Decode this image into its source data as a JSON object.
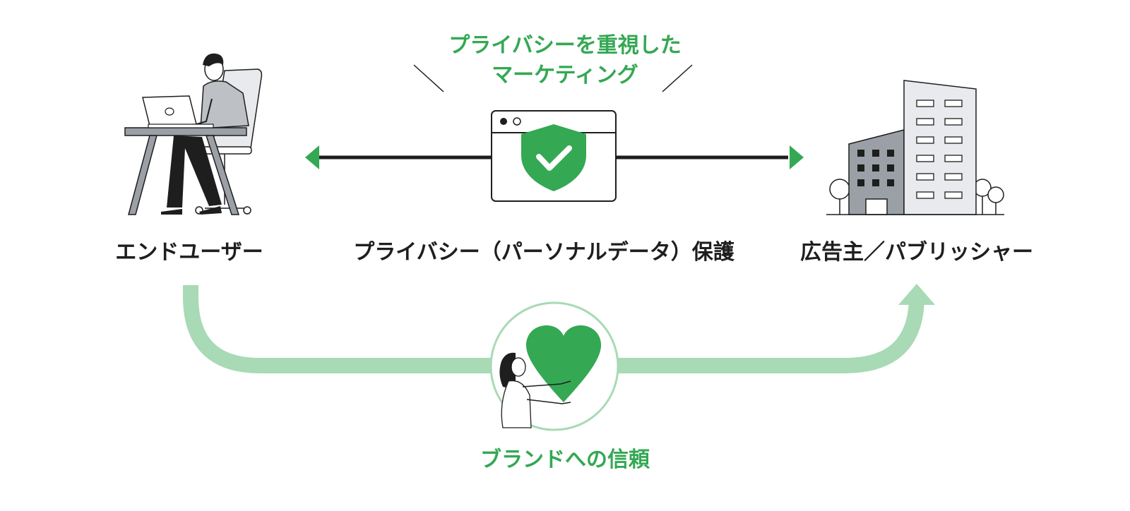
{
  "diagram": {
    "title_line1": "プライバシーを重視した",
    "title_line2": "マーケティング",
    "end_user_label": "エンドユーザー",
    "privacy_label": "プライバシー（パーソナルデータ）保護",
    "advertiser_label": "広告主／パブリッシャー",
    "trust_label": "ブランドへの信頼"
  },
  "colors": {
    "accent_green": "#34a853",
    "light_green": "#a8dab5",
    "dark": "#1e1e1e",
    "gray": "#9aa0a6",
    "light_gray": "#e8eaed"
  },
  "icons": [
    "person-at-laptop-icon",
    "shield-check-browser-icon",
    "office-building-icon",
    "person-holding-heart-icon",
    "double-arrow-icon",
    "trust-flow-arrow-icon"
  ]
}
